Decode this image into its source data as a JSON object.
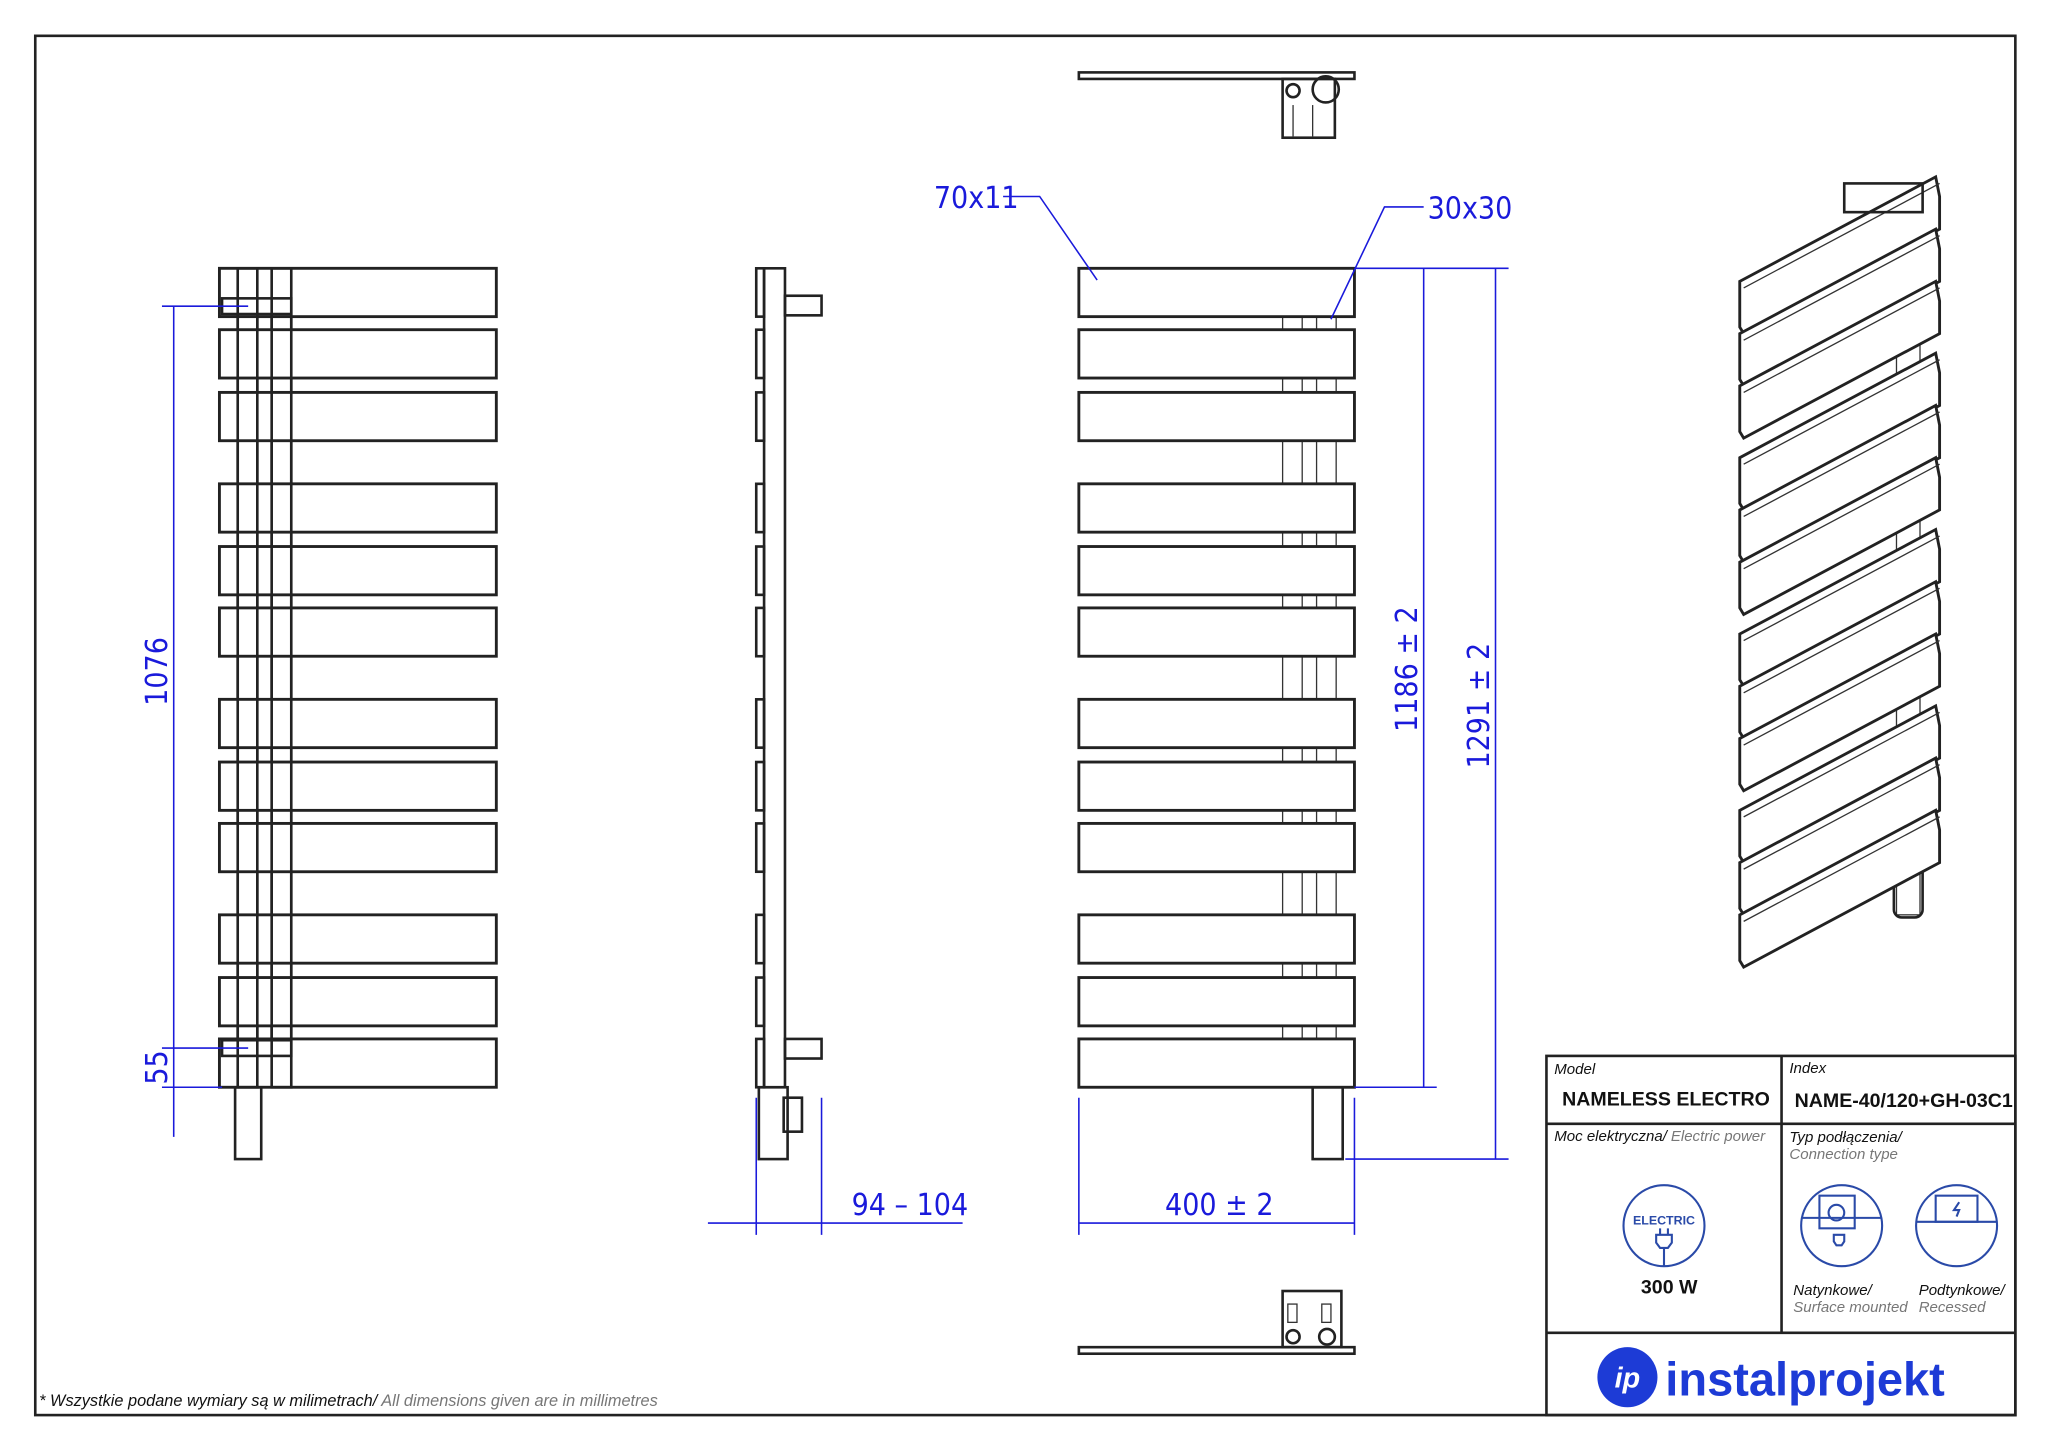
{
  "dimensions": {
    "front_bar_profile": "70x11",
    "collector_profile": "30x30",
    "height_to_last_bar": "1186 ± 2",
    "total_height": "1291 ± 2",
    "width": "400 ± 2",
    "depth": "94 – 104",
    "mount_spacing": "1076",
    "bottom_offset": "55"
  },
  "title_block": {
    "model_label": "Model",
    "model_value": "NAMELESS ELECTRO",
    "index_label": "Index",
    "index_value": "NAME-40/120+GH-03C1",
    "power_label_pl": "Moc elektryczna/",
    "power_label_en": "Electric power",
    "power_icon_text": "ELECTRIC",
    "power_value": "300 W",
    "connection_label_pl": "Typ podłączenia/",
    "connection_label_en": "Connection type",
    "surface_pl": "Natynkowe/",
    "surface_en": "Surface mounted",
    "recessed_pl": "Podtynkowe/",
    "recessed_en": "Recessed",
    "brand": "instalprojekt",
    "brand_color": "#1d3bd6"
  },
  "footnote": {
    "pl": "* Wszystkie podane wymiary są w milimetrach/",
    "en": "All dimensions given are in millimetres"
  }
}
